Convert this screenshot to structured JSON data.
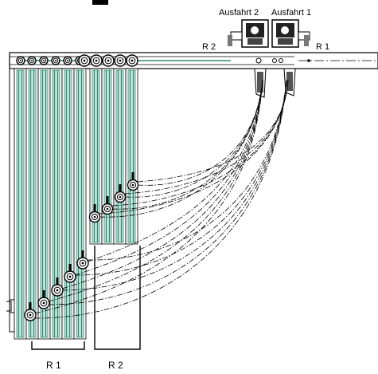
{
  "labels": {
    "exit_2": "Ausfahrt 2",
    "exit_1": "Ausfahrt 1",
    "r2_top": "R 2",
    "r1_top": "R 1",
    "r1_bottom": "R 1",
    "r2_bottom": "R 2"
  },
  "colors": {
    "line": "#000000",
    "glass": "#2e8b74",
    "glass_light": "#cfe8e0",
    "background": "#ffffff"
  }
}
